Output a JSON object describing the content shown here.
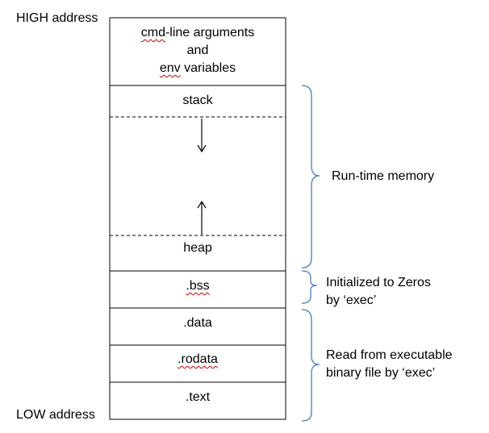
{
  "address_labels": {
    "high": "HIGH address",
    "low": "LOW address"
  },
  "segments": {
    "args": {
      "line1_underlined": "cmd",
      "line1_rest": "-line arguments",
      "line2": "and",
      "line3_underlined": "env",
      "line3_rest": " variables"
    },
    "stack": "stack",
    "heap": "heap",
    "bss": ".bss",
    "data": ".data",
    "rodata": ".rodata",
    "text": ".text"
  },
  "annotations": {
    "runtime": "Run-time memory",
    "bss_line1": "Initialized to Zeros",
    "bss_line2": "by ‘exec’",
    "exec_line1": "Read from executable",
    "exec_line2": "binary file by ‘exec’"
  },
  "colors": {
    "bracket": "#4a7ebb",
    "border": "#000000",
    "spellcheck_underline": "#d00000"
  }
}
